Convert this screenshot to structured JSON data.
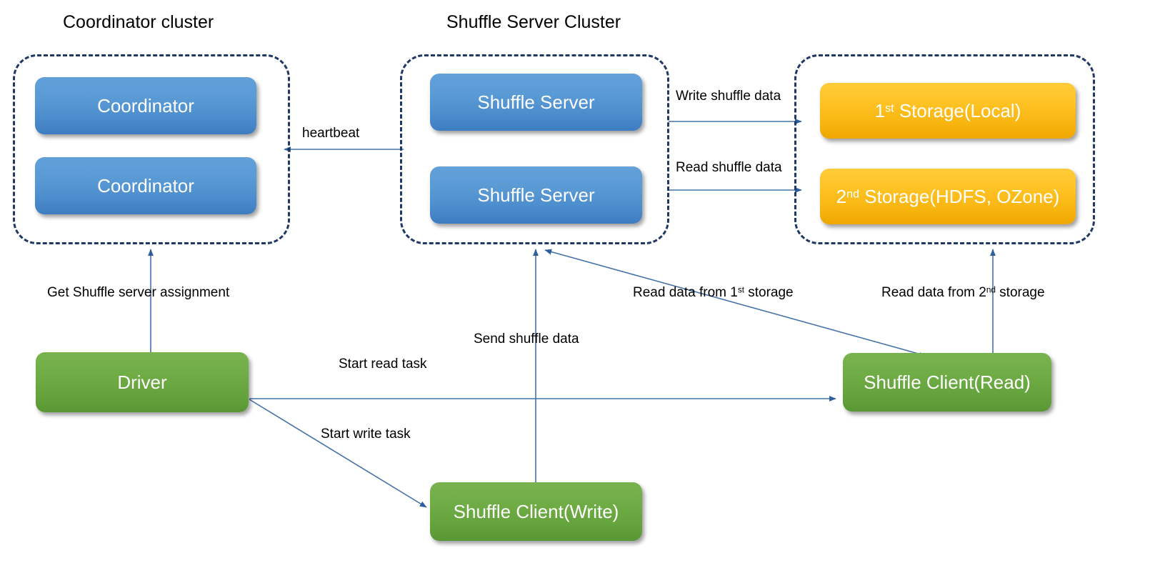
{
  "diagram": {
    "title_internal": "Uniffle shuffle service architecture",
    "background": "#ffffff",
    "accent_blue": "#5B9BD5",
    "accent_green": "#70AD47",
    "accent_orange": "#FFC528",
    "cluster_border": "#1F3864",
    "arrow_color": "#4472A8"
  },
  "clusters": [
    {
      "id": "coordinator-cluster",
      "title": "Coordinator cluster"
    },
    {
      "id": "shuffle-server-cluster",
      "title": "Shuffle Server Cluster"
    },
    {
      "id": "storage-cluster",
      "title": ""
    }
  ],
  "nodes": {
    "coordinator_1": "Coordinator",
    "coordinator_2": "Coordinator",
    "shuffle_server_1": "Shuffle Server",
    "shuffle_server_2": "Shuffle Server",
    "storage_1_prefix": "1",
    "storage_1_sup": "st",
    "storage_1_rest": " Storage(Local)",
    "storage_2_prefix": "2",
    "storage_2_sup": "nd",
    "storage_2_rest": " Storage(HDFS, OZone)",
    "driver": "Driver",
    "shuffle_client_read": "Shuffle Client(Read)",
    "shuffle_client_write": "Shuffle Client(Write)"
  },
  "edges": {
    "heartbeat": "heartbeat",
    "write_shuffle_data": "Write shuffle data",
    "read_shuffle_data": "Read shuffle data",
    "get_shuffle_server_assignment": "Get Shuffle server assignment",
    "send_shuffle_data": "Send shuffle data",
    "start_read_task": "Start read task",
    "start_write_task": "Start write task",
    "read_data_1st_prefix": "Read data from 1",
    "read_data_1st_sup": "st",
    "read_data_1st_rest": " storage",
    "read_data_2nd_prefix": "Read data from 2",
    "read_data_2nd_sup": "nd",
    "read_data_2nd_rest": " storage"
  }
}
